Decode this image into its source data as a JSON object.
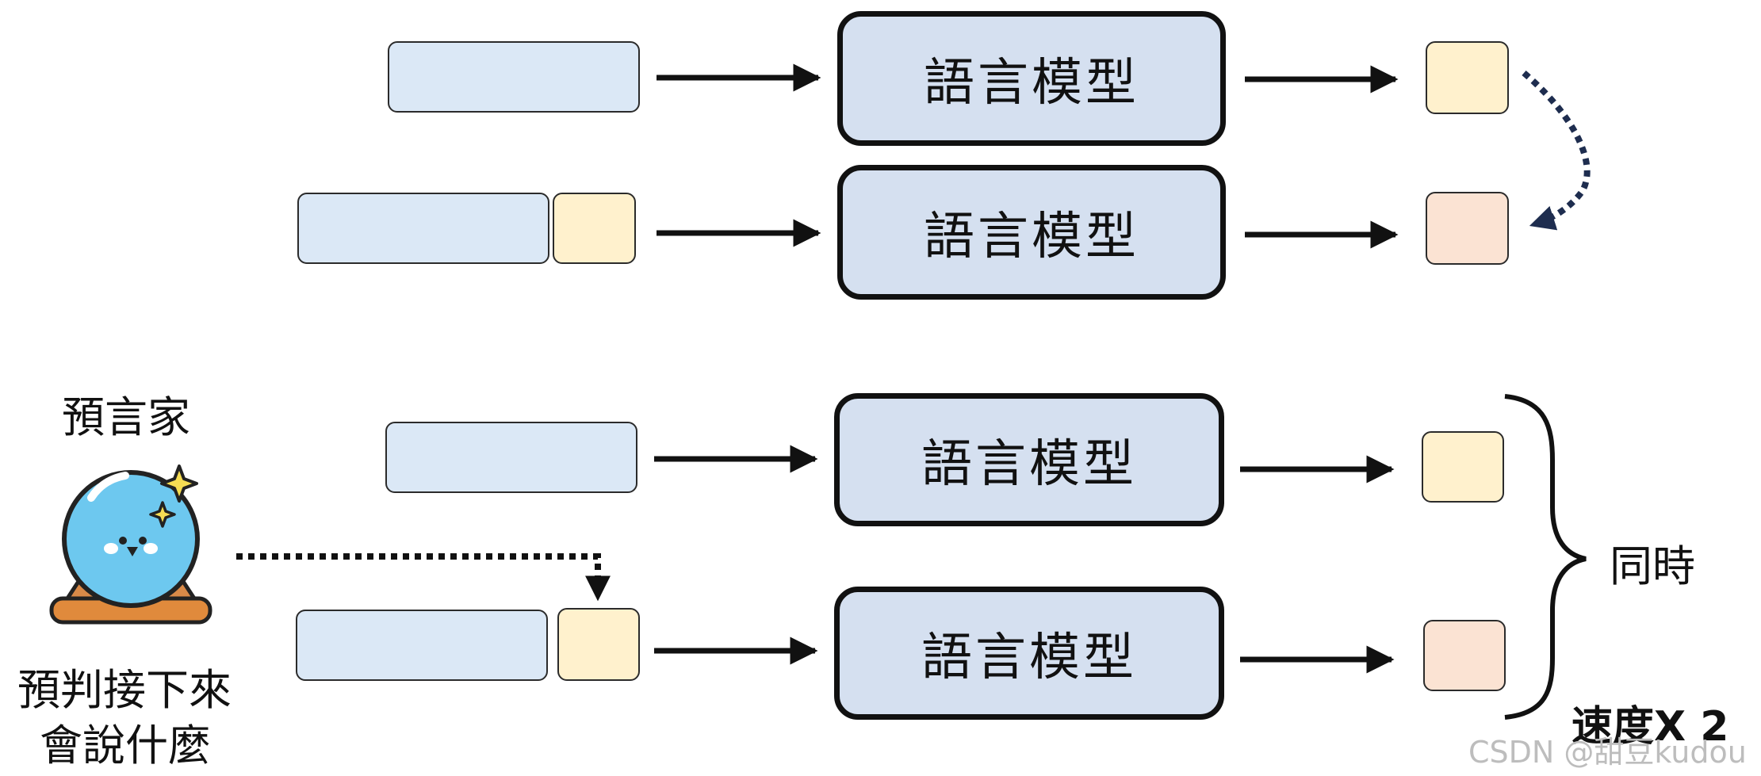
{
  "rows": [
    {
      "model_label": "語言模型"
    },
    {
      "model_label": "語言模型"
    },
    {
      "model_label": "語言模型"
    },
    {
      "model_label": "語言模型"
    }
  ],
  "oracle": {
    "title": "預言家",
    "caption_line1": "預判接下來",
    "caption_line2": "會說什麼",
    "icon": "crystal-ball-icon"
  },
  "brace_label": "同時",
  "speedup_label": "速度X 2",
  "watermark": "CSDN @甜豆kudou",
  "colors": {
    "input": "#dbe8f6",
    "model": "#d5e0f0",
    "token_yellow": "#fff1cd",
    "token_peach": "#fbe3d3",
    "dotted_arrow_top": "#1e2d4f"
  }
}
